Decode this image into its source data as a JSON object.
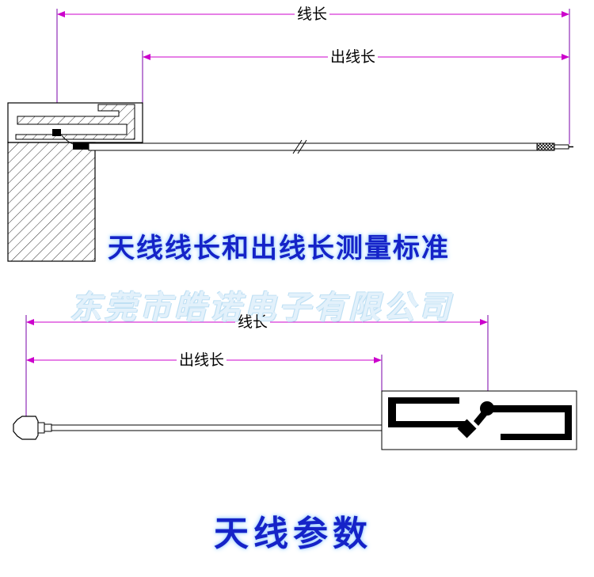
{
  "labels": {
    "wire_length": "线长",
    "outlet_length": "出线长"
  },
  "headings": {
    "measurement_standard": "天线线长和出线长测量标准",
    "antenna_parameters": "天线参数"
  },
  "watermark": "东莞市皓诺电子有限公司",
  "colors": {
    "dimension_line": "#cc00cc",
    "heading_text": "#1523c8",
    "heading_glow": "#a8d4ff",
    "watermark": "#e3f1fb"
  }
}
